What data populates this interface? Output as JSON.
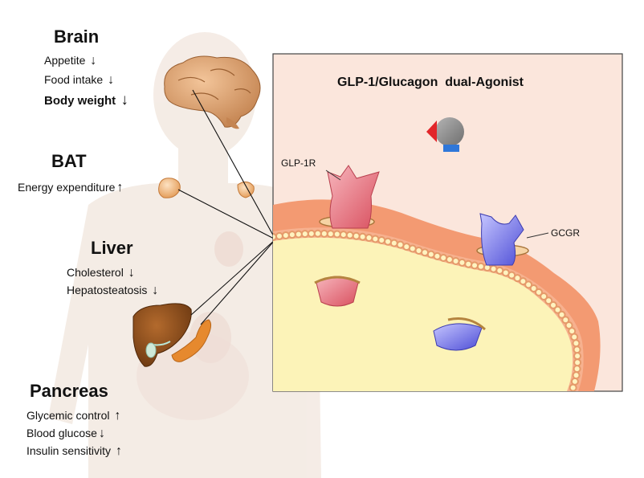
{
  "organs": {
    "brain": {
      "title": "Brain",
      "effects": [
        {
          "label": "Appetite",
          "arrow": "↓"
        },
        {
          "label": "Food intake",
          "arrow": "↓"
        },
        {
          "label": "Body weight",
          "arrow": "↓"
        }
      ]
    },
    "bat": {
      "title": "BAT",
      "effects": [
        {
          "label": "Energy expenditure",
          "arrow": "↑"
        }
      ]
    },
    "liver": {
      "title": "Liver",
      "effects": [
        {
          "label": "Cholesterol",
          "arrow": "↓"
        },
        {
          "label": "Hepatosteatosis",
          "arrow": "↓"
        }
      ]
    },
    "pancreas": {
      "title": "Pancreas",
      "effects": [
        {
          "label": "Glycemic control",
          "arrow": "↑"
        },
        {
          "label": "Blood glucose",
          "arrow": "↓"
        },
        {
          "label": "Insulin sensitivity",
          "arrow": "↑"
        }
      ]
    }
  },
  "panel": {
    "title": "GLP-1/Glucagon  dual-Agonist",
    "receptor_glp1r": "GLP-1R",
    "receptor_gcgr": "GCGR"
  },
  "colors": {
    "panel_background": "#fbe6dc",
    "membrane_outer": "#f39a72",
    "cytoplasm": "#fcf3b8",
    "glp1r": "#e8707c",
    "gcgr": "#6e6ee6",
    "agonist_red": "#e2262a",
    "agonist_blue": "#2f77d9",
    "agonist_grey": "#8c8c8c",
    "body_silhouette": "#f1e6dd"
  }
}
